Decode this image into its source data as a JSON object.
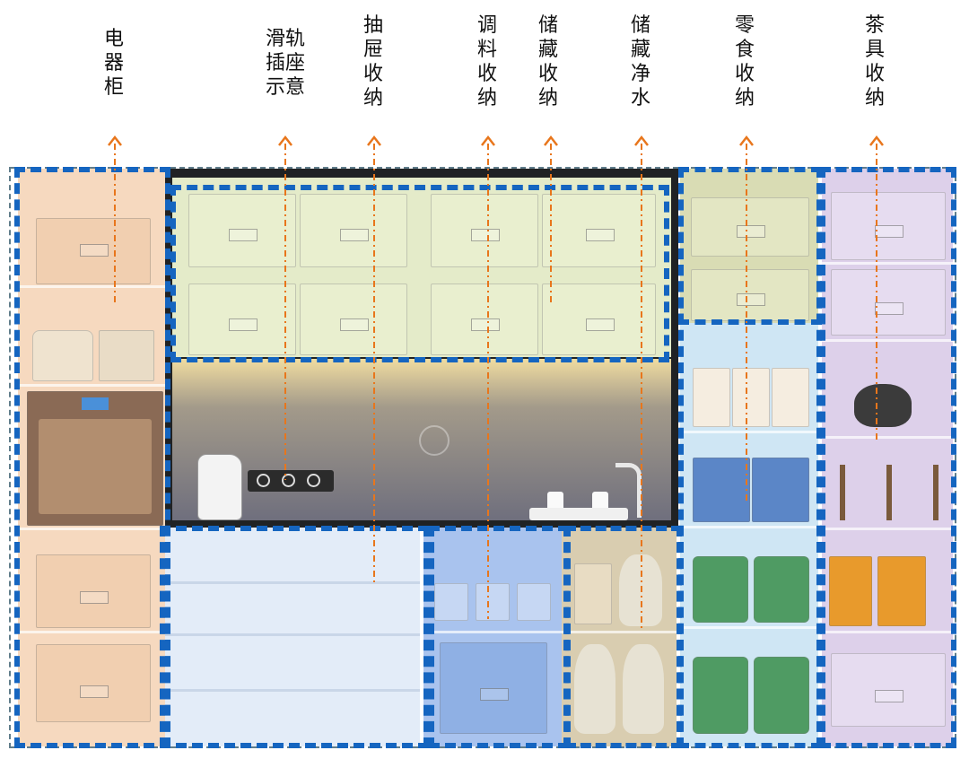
{
  "labels": [
    {
      "id": "appliance-cabinet",
      "text": "电\n器\n柜"
    },
    {
      "id": "rail-socket",
      "text": "滑轨\n插座\n示意"
    },
    {
      "id": "drawer-storage",
      "text": "抽\n屉\n收\n纳"
    },
    {
      "id": "seasoning-storage",
      "text": "调\n料\n收\n纳"
    },
    {
      "id": "general-storage",
      "text": "储\n藏\n收\n纳"
    },
    {
      "id": "water-storage",
      "text": "储\n藏\n净\n水"
    },
    {
      "id": "snack-storage",
      "text": "零\n食\n收\n纳"
    },
    {
      "id": "tea-storage",
      "text": "茶\n具\n收\n纳"
    }
  ],
  "colors": {
    "arrow": "#e8761c",
    "zone_border": "#1565c0",
    "appliance": "#f6d9bf",
    "upper_storage": "#e4ebc9",
    "backsplash_top": "#f0dca0",
    "backsplash_bottom": "#6f6f7d",
    "drawers": "#e3ecf8",
    "seasoning": "#a9c3ee",
    "water": "#d9cdb0",
    "snack_top": "#d9dcb4",
    "snack": "#cfe6f4",
    "tea": "#ddd0ea"
  }
}
